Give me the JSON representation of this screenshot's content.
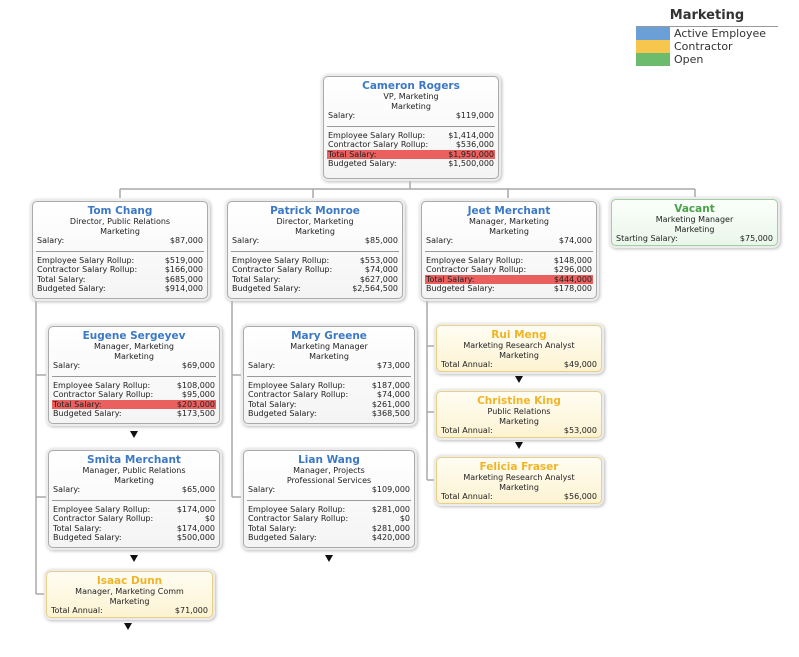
{
  "legend": {
    "title": "Marketing",
    "items": [
      {
        "label": "Active Employee",
        "color": "#6a9fd8"
      },
      {
        "label": "Contractor",
        "color": "#f7c64c"
      },
      {
        "label": "Open",
        "color": "#6dbb6d"
      }
    ]
  },
  "labels": {
    "salary": "Salary:",
    "employee_rollup": "Employee Salary Rollup:",
    "contractor_rollup": "Contractor Salary Rollup:",
    "total_salary": "Total Salary:",
    "budgeted_salary": "Budgeted Salary:",
    "total_annual": "Total Annual:",
    "starting_salary": "Starting Salary:"
  },
  "nodes": {
    "cameron": {
      "name": "Cameron Rogers",
      "title": "VP, Marketing",
      "dept": "Marketing",
      "salary": "$119,000",
      "employee_rollup": "$1,414,000",
      "contractor_rollup": "$536,000",
      "total_salary": "$1,950,000",
      "budgeted_salary": "$1,500,000"
    },
    "tom": {
      "name": "Tom Chang",
      "title": "Director, Public Relations",
      "dept": "Marketing",
      "salary": "$87,000",
      "employee_rollup": "$519,000",
      "contractor_rollup": "$166,000",
      "total_salary": "$685,000",
      "budgeted_salary": "$914,000"
    },
    "patrick": {
      "name": "Patrick Monroe",
      "title": "Director, Marketing",
      "dept": "Marketing",
      "salary": "$85,000",
      "employee_rollup": "$553,000",
      "contractor_rollup": "$74,000",
      "total_salary": "$627,000",
      "budgeted_salary": "$2,564,500"
    },
    "jeet": {
      "name": "Jeet Merchant",
      "title": "Manager, Marketing",
      "dept": "Marketing",
      "salary": "$74,000",
      "employee_rollup": "$148,000",
      "contractor_rollup": "$296,000",
      "total_salary": "$444,000",
      "budgeted_salary": "$178,000"
    },
    "vacant": {
      "name": "Vacant",
      "title": "Marketing Manager",
      "dept": "Marketing",
      "starting_salary": "$75,000"
    },
    "eugene": {
      "name": "Eugene Sergeyev",
      "title": "Manager, Marketing",
      "dept": "Marketing",
      "salary": "$69,000",
      "employee_rollup": "$108,000",
      "contractor_rollup": "$95,000",
      "total_salary": "$203,000",
      "budgeted_salary": "$173,500"
    },
    "mary": {
      "name": "Mary Greene",
      "title": "Marketing Manager",
      "dept": "Marketing",
      "salary": "$73,000",
      "employee_rollup": "$187,000",
      "contractor_rollup": "$74,000",
      "total_salary": "$261,000",
      "budgeted_salary": "$368,500"
    },
    "rui": {
      "name": "Rui Meng",
      "title": "Marketing Research Analyst",
      "dept": "Marketing",
      "total_annual": "$49,000"
    },
    "christine": {
      "name": "Christine King",
      "title": "Public Relations",
      "dept": "Marketing",
      "total_annual": "$53,000"
    },
    "felicia": {
      "name": "Felicia Fraser",
      "title": "Marketing Research Analyst",
      "dept": "Marketing",
      "total_annual": "$56,000"
    },
    "smita": {
      "name": "Smita Merchant",
      "title": "Manager, Public Relations",
      "dept": "Marketing",
      "salary": "$65,000",
      "employee_rollup": "$174,000",
      "contractor_rollup": "$0",
      "total_salary": "$174,000",
      "budgeted_salary": "$500,000"
    },
    "lian": {
      "name": "Lian Wang",
      "title": "Manager, Projects",
      "dept": "Professional Services",
      "salary": "$109,000",
      "employee_rollup": "$281,000",
      "contractor_rollup": "$0",
      "total_salary": "$281,000",
      "budgeted_salary": "$420,000"
    },
    "isaac": {
      "name": "Isaac Dunn",
      "title": "Manager, Marketing Comm",
      "dept": "Marketing",
      "total_annual": "$71,000"
    }
  }
}
